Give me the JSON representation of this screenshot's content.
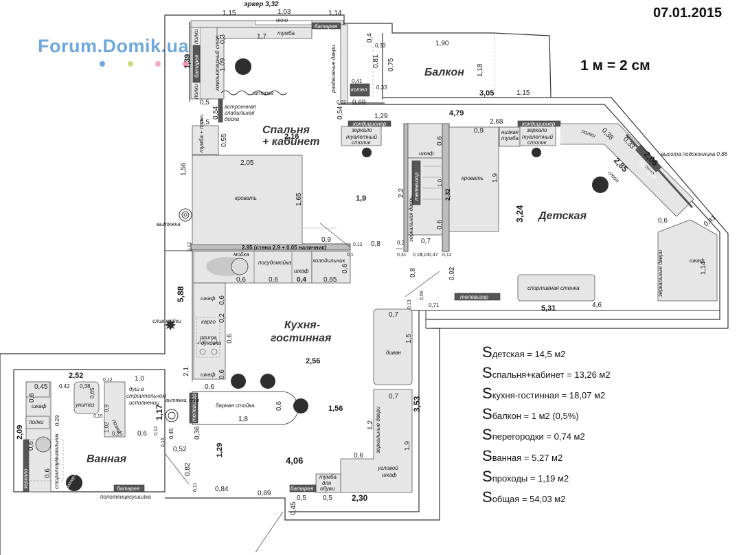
{
  "header": {
    "date": "07.01.2015",
    "scale": "1 м = 2 см",
    "logo": "Forum.Domik.ua"
  },
  "rooms": {
    "balcony": "Балкон",
    "bedroom_line1": "Спальня",
    "bedroom_line2": "+ кабинет",
    "kids": "Детская",
    "kitchen_line1": "Кухня-",
    "kitchen_line2": "гостинная",
    "bathroom": "Ванная"
  },
  "labels": {
    "erker": "эркер 3,32",
    "okno_top": "окно",
    "batareya_top": "батарея",
    "tumba_top": "тумба",
    "polki_left": "полки",
    "batareya_left": "батарея",
    "polki_left2": "полки",
    "comp_table": "компьютерный стол",
    "shtorka": "шторка",
    "builtin_board": "встроенная гладильная доска",
    "tumba_polki": "тумба + полки",
    "bed_bedroom": "кровать",
    "vytyazhka": "вытяжка",
    "sliding_doors": "раздвижные двери",
    "kotel": "котел",
    "conditioner_1": "кондиционер",
    "mirror_1": "зеркало",
    "toilet_table_1": "туалетный столик",
    "shkaf_kids": "шкаф",
    "tv_kids": "телевизор",
    "mirror_door": "зеркальная дверь",
    "bed_kids": "кровать",
    "low_tumba": "низкая тумба",
    "conditioner_2": "кондиционер",
    "mirror_2": "зеркало",
    "toilet_table_2": "туалетный столик",
    "polki_kids": "полки",
    "stol_kids": "стол",
    "okno_kids": "окно",
    "batareya_kids": "батарея",
    "sill_height": "высота подоконника 0,86",
    "shkaf_kids_right": "шкаф",
    "mirror_doors_kids": "зеркальные двери",
    "sport_wall": "спортивная стенка",
    "tv_living": "телевизор",
    "wall_note": "2.95 (стена 2.9 + 0.05 наличник)",
    "sink": "мойка",
    "dishwasher": "посудомойка",
    "shkaf_k1": "шкаф",
    "fridge": "холодильник",
    "shkaf_k2": "шкаф",
    "cargo": "карго",
    "stove": "плита + духовка",
    "shkaf_k3": "шкаф",
    "sink_drain": "слив мойки",
    "bar_counter": "барная стойка",
    "tv_bar": "телевизор",
    "sofa": "диван",
    "mirror_doors_corner": "зеркальные двери",
    "corner_wardrobe": "угловой шкаф",
    "shoe_tumba": "тумба для обуви",
    "batareya_hall": "батарея",
    "shower": "душ в строительном исполнении",
    "toilet": "унитаз",
    "polki_bath": "полки",
    "shkaf_bath": "шкаф",
    "polki_bath2": "полки",
    "mirror_bath": "зеркало",
    "washbasin": "умывальник",
    "washer": "стиралка",
    "boiler": "бойлер для воды",
    "batareya_bath": "батарея",
    "towel_dryer": "полотенцесушилка",
    "vytyazhka_sliv": "вытяжка, слив"
  },
  "dims": {
    "d_1_15": "1,15",
    "d_1_03": "1,03",
    "d_1_14": "1,14",
    "d_1_7": "1,7",
    "d_1_39": "1,39",
    "d_0_3": "0,3",
    "d_1_09": "1,09",
    "d_0_4": "0,4",
    "d_0_33a": "0,33",
    "d_1_90": "1,90",
    "d_0_81": "0,81",
    "d_0_75": "0,75",
    "d_1_18": "1,18",
    "d_0_41": "0,41",
    "d_0_33b": "0,33",
    "d_0_22": "0,22",
    "d_0_69": "0,69",
    "d_3_05": "3,05",
    "d_1_15b": "1,15",
    "d_0_5a": "0,5",
    "d_0_54a": "0,54",
    "d_0_5b": "0,5",
    "d_0_54b": "0,54",
    "d_1_29a": "1,29",
    "d_4_79": "4,79",
    "d_2_68": "2,68",
    "d_2_16": "2,16",
    "d_0_55": "0,55",
    "d_2_05": "2,05",
    "d_1_56a": "1,56",
    "d_1_65": "1,65",
    "d_1_9": "1,9",
    "d_0_9a": "0,9",
    "d_0_6a": "0,6",
    "d_2_2": "2,2",
    "d_1_0": "1,0",
    "d_2_32": "2,32",
    "d_0_6b": "0,6",
    "d_0_7a": "0,7",
    "d_0_2": "0,2",
    "d_0_31": "0,31",
    "d_0_15": "0,15",
    "d_0_47": "0,47",
    "d_0_12a": "0,12",
    "d_0_9b": "0,9",
    "d_1_9b": "1,9",
    "d_3_24": "3,24",
    "d_0_38": "0,38",
    "d_0_33c": "0,33",
    "d_2_85": "2,85",
    "d_2_06": "2,06",
    "d_0_6c": "0,6",
    "d_0_41b": "0,41",
    "d_1_14b": "1,14",
    "d_0_12b": "0,12",
    "d_0_9c": "0,9",
    "d_0_8a": "0,8",
    "d_0_12c": "0,12",
    "d_0_1": "0,1",
    "d_0_6d": "0,6",
    "d_0_6e": "0,6",
    "d_0_4b": "0,4",
    "d_0_65": "0,65",
    "d_0_6f": "0,6",
    "d_0_8b": "0,8",
    "d_0_92": "0,92",
    "d_0_13": "0,13",
    "d_0_06": "0,06",
    "d_0_71": "0,71",
    "d_5_31": "5,31",
    "d_4_6": "4,6",
    "d_5_88": "5,88",
    "d_0_6g": "0,6",
    "d_0_2b": "0,2",
    "d_0_6h": "0,6",
    "d_2_56": "2,56",
    "d_2_1": "2,1",
    "d_0_6i": "0,6",
    "d_0_6j": "0,6",
    "d_0_6k": "0,6",
    "d_1_8": "1,8",
    "d_0_6l": "0,6",
    "d_1_56b": "1,56",
    "d_0_7b": "0,7",
    "d_1_5": "1,5",
    "d_0_7c": "0,7",
    "d_3_53": "3,53",
    "d_1_2": "1,2",
    "d_1_9c": "1,9",
    "d_0_6m": "0,6",
    "d_4_06": "4,06",
    "d_1_29b": "1,29",
    "d_2_52": "2,52",
    "d_1_0b": "1,0",
    "d_0_45a": "0,45",
    "d_0_42": "0,42",
    "d_0_38b": "0,38",
    "d_0_65b": "0,65",
    "d_0_12d": "0,12",
    "d_0_9d": "0,9",
    "d_1_02": "1,02",
    "d_0_15b": "0,15",
    "d_0_25": "0,25",
    "d_1_17": "1,17",
    "d_0_6n": "0,6",
    "d_0_15c": "0,15",
    "d_0_45b": "0,45",
    "d_0_12e": "0,12",
    "d_0_36": "0,36",
    "d_0_52": "0,52",
    "d_2_09": "2,09",
    "d_0_6o": "0,6",
    "d_0_29": "0,29",
    "d_0_6p": "0,6",
    "d_0_6q": "0,6",
    "d_0_82": "0,82",
    "d_0_11": "0,11",
    "d_0_84": "0,84",
    "d_0_89": "0,89",
    "d_0_45c": "0,45",
    "d_0_5c": "0,5",
    "d_0_5d": "0,5",
    "d_2_30": "2,30",
    "d_0_15d": "0,15"
  },
  "areas": [
    {
      "sub": "детская",
      "value": " = 14,5 м2"
    },
    {
      "sub": "спальня+кабинет",
      "value": " = 13,26 м2"
    },
    {
      "sub": "кухня-гостинная",
      "value": " = 18,07 м2"
    },
    {
      "sub": "балкон",
      "value": " = 1 м2 (0,5%)"
    },
    {
      "sub": "перегородки",
      "value": " = 0,74 м2"
    },
    {
      "sub": "ванная",
      "value": " = 5,27 м2"
    },
    {
      "sub": "проходы",
      "value": " = 1,19 м2"
    },
    {
      "sub": "общая",
      "value": " = 54,03 м2"
    }
  ],
  "colors": {
    "logo": "#6fa8dc",
    "dots": [
      "#6fa8dc",
      "#c5de7a",
      "#f4a7c1",
      "#f28db4"
    ]
  }
}
